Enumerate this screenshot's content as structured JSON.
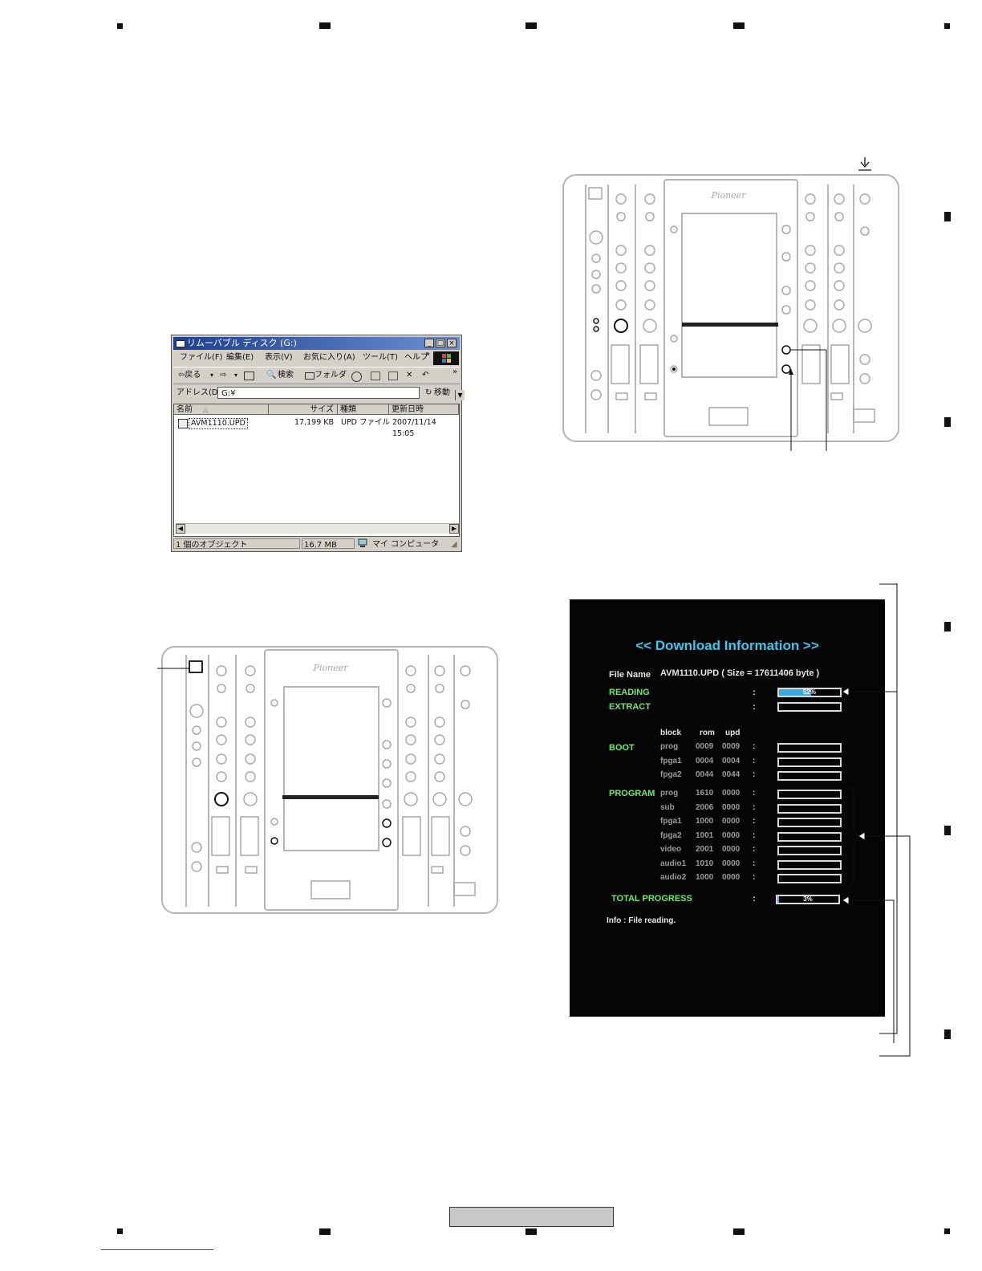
{
  "explorer": {
    "title": "リムーバブル ディスク (G:)",
    "window_buttons": [
      "_",
      "□",
      "×"
    ],
    "menu": [
      "ファイル(F)",
      "編集(E)",
      "表示(V)",
      "お気に入り(A)",
      "ツール(T)",
      "ヘルプ",
      "»"
    ],
    "toolbar": [
      "⇦戻る",
      "▾",
      "⇨",
      "▾",
      "検索",
      "フォルダ",
      "»"
    ],
    "address_label": "アドレス(D)",
    "address_value": "G:¥",
    "go_label": "移動",
    "columns": [
      "名前",
      "サイズ",
      "種類",
      "更新日時"
    ],
    "files": [
      {
        "name": "AVM1110.UPD",
        "size": "17,199 KB",
        "type": "UPD ファイル",
        "modified": "2007/11/14 15:05"
      }
    ],
    "status": {
      "objects": "1 個のオブジェクト",
      "size": "16.7 MB",
      "location": "マイ コンピュータ"
    }
  },
  "mixer": {
    "brand": "Pioneer"
  },
  "download_info": {
    "title": "<< Download Information >>",
    "file_label": "File Name",
    "file_value": "AVM1110.UPD ( Size = 17611406 byte )",
    "colon": ":",
    "reading_label": "READING",
    "reading_value": "52%",
    "reading_percent": 52,
    "extract_label": "EXTRACT",
    "extract_percent": 0,
    "headers": {
      "block": "block",
      "rom": "rom",
      "upd": "upd"
    },
    "boot_label": "BOOT",
    "boot": [
      {
        "block": "prog",
        "rom": "0009",
        "upd": "0009"
      },
      {
        "block": "fpga1",
        "rom": "0004",
        "upd": "0004"
      },
      {
        "block": "fpga2",
        "rom": "0044",
        "upd": "0044"
      }
    ],
    "program_label": "PROGRAM",
    "program": [
      {
        "block": "prog",
        "rom": "1610",
        "upd": "0000"
      },
      {
        "block": "sub",
        "rom": "2006",
        "upd": "0000"
      },
      {
        "block": "fpga1",
        "rom": "1000",
        "upd": "0000"
      },
      {
        "block": "fpga2",
        "rom": "1001",
        "upd": "0000"
      },
      {
        "block": "video",
        "rom": "2001",
        "upd": "0000"
      },
      {
        "block": "audio1",
        "rom": "1010",
        "upd": "0000"
      },
      {
        "block": "audio2",
        "rom": "1000",
        "upd": "0000"
      }
    ],
    "total_label": "TOTAL PROGRESS",
    "total_value": "3%",
    "total_percent": 3,
    "info": "Info : File reading."
  },
  "colors": {
    "screen_bg": "#050505",
    "title": "#38c8f0",
    "label_green": "#6ee86e",
    "text": "#e6e6e6",
    "bar_fill": "#3aa9e0"
  }
}
